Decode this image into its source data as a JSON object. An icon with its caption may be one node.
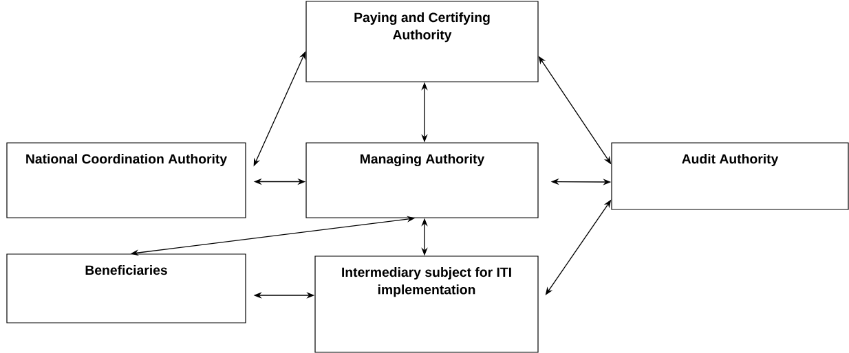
{
  "diagram": {
    "nodes": [
      {
        "text": [
          "Paying and Certifying Authority"
        ]
      },
      {
        "text": [
          "National Coordination Authority"
        ]
      },
      {
        "text": [
          "Managing Authority"
        ]
      },
      {
        "text": [
          "Audit Authority"
        ]
      },
      {
        "text": [
          "Beneficiaries"
        ]
      },
      {
        "text": [
          "Intermediary subject for ITI implementation"
        ]
      }
    ],
    "edges": [
      {
        "from": 1,
        "to": 0,
        "arrow": "both"
      },
      {
        "from": 0,
        "to": 2,
        "arrow": "both"
      },
      {
        "from": 0,
        "to": 3,
        "arrow": "both"
      },
      {
        "from": 1,
        "to": 2,
        "arrow": "both"
      },
      {
        "from": 2,
        "to": 3,
        "arrow": "both"
      },
      {
        "from": 2,
        "to": 4,
        "arrow": "both"
      },
      {
        "from": 2,
        "to": 5,
        "arrow": "both"
      },
      {
        "from": 3,
        "to": 5,
        "arrow": "both"
      },
      {
        "from": 4,
        "to": 5,
        "arrow": "both"
      }
    ]
  }
}
